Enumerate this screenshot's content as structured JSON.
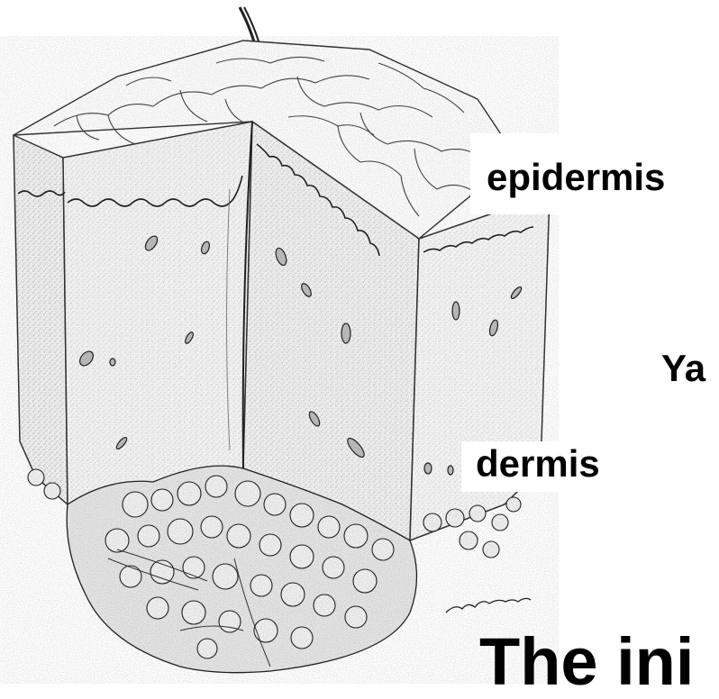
{
  "labels": {
    "epidermis": "epidermis",
    "dermis": "dermis",
    "partial_text": "Ya",
    "cut_off_title": "The ini"
  },
  "colors": {
    "ink": "#1a1a1a",
    "background": "#ffffff"
  },
  "icons": {
    "illustration": "skin-cross-section-drawing"
  }
}
